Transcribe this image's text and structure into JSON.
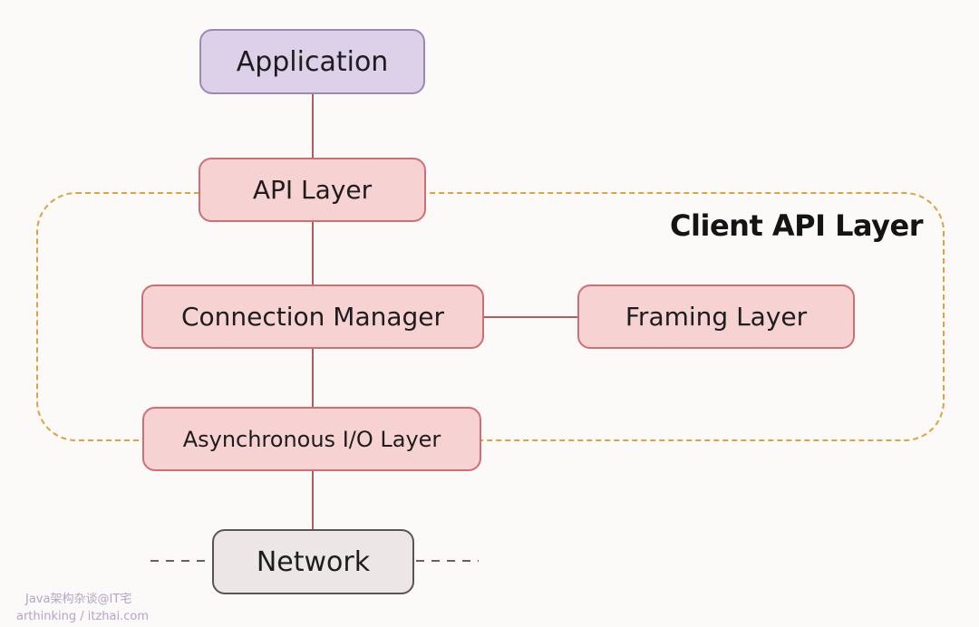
{
  "diagram": {
    "group": {
      "label": "Client API Layer",
      "border_color": "#e0a33c"
    },
    "nodes": {
      "application": "Application",
      "api_layer": "API Layer",
      "connection_manager": "Connection Manager",
      "framing_layer": "Framing Layer",
      "async_io_layer": "Asynchronous I/O Layer",
      "network": "Network"
    },
    "colors": {
      "layer_fill": "#f6d3d2",
      "layer_border": "#cf6f73",
      "application_fill": "#ddd0e9",
      "network_fill": "#ece6e6",
      "connector": "#b25c5f"
    }
  },
  "watermark": {
    "line1": "Java架构杂谈@IT宅",
    "line2": "arthinking / itzhai.com"
  }
}
